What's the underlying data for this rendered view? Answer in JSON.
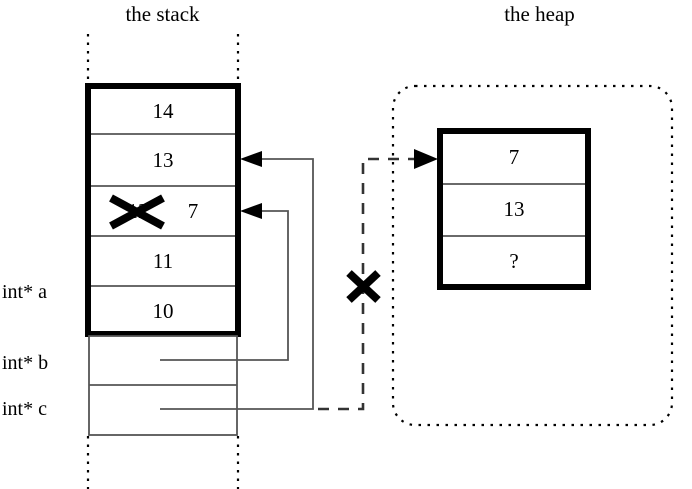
{
  "diagram": {
    "stack": {
      "title": "the stack",
      "frame_cells": [
        {
          "value": "14"
        },
        {
          "value": "13"
        },
        {
          "value": "12",
          "struck_out": true,
          "new_value": "7"
        },
        {
          "value": "11"
        },
        {
          "value": "10"
        }
      ],
      "pointer_cells": [
        {
          "label": "int* b",
          "value": ""
        },
        {
          "label": "int* c",
          "value": ""
        }
      ],
      "labels": [
        "int* a",
        "int* b",
        "int* c"
      ]
    },
    "heap": {
      "title": "the heap",
      "cells": [
        {
          "value": "7"
        },
        {
          "value": "13"
        },
        {
          "value": "?"
        }
      ]
    },
    "marks": {
      "crossed_pointer": "x-mark",
      "crossed_value": "x-mark"
    },
    "colors": {
      "stroke": "#000000",
      "thin_stroke": "#4d4d4d",
      "background": "#ffffff"
    }
  }
}
